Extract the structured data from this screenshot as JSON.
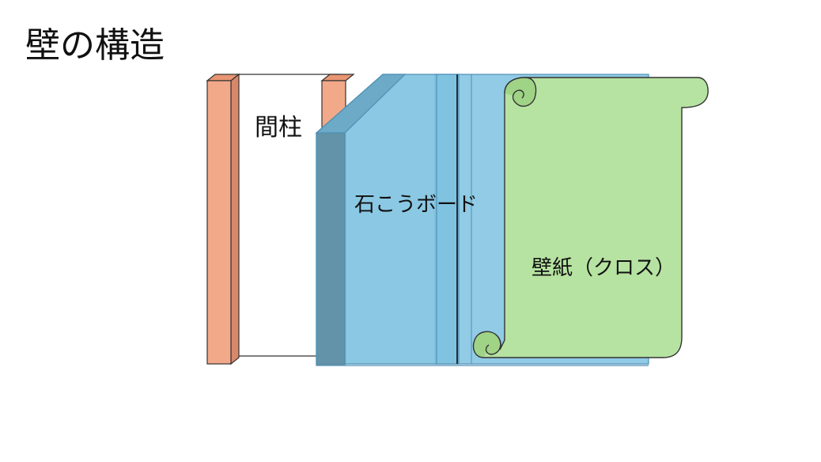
{
  "title": "壁の構造",
  "labels": {
    "stud": "間柱",
    "gypsum_board": "石こうボード",
    "wallpaper": "壁紙（クロス）"
  },
  "colors": {
    "stud_front": "#f2a98a",
    "stud_top": "#e99572",
    "board_fill": "#7ec2e0",
    "board_edge": "#4f8fb3",
    "board_dark": "#5e8ea3",
    "wallpaper_fill": "#b6e3a1",
    "wallpaper_shade": "#9fd386",
    "outline": "#333333"
  }
}
